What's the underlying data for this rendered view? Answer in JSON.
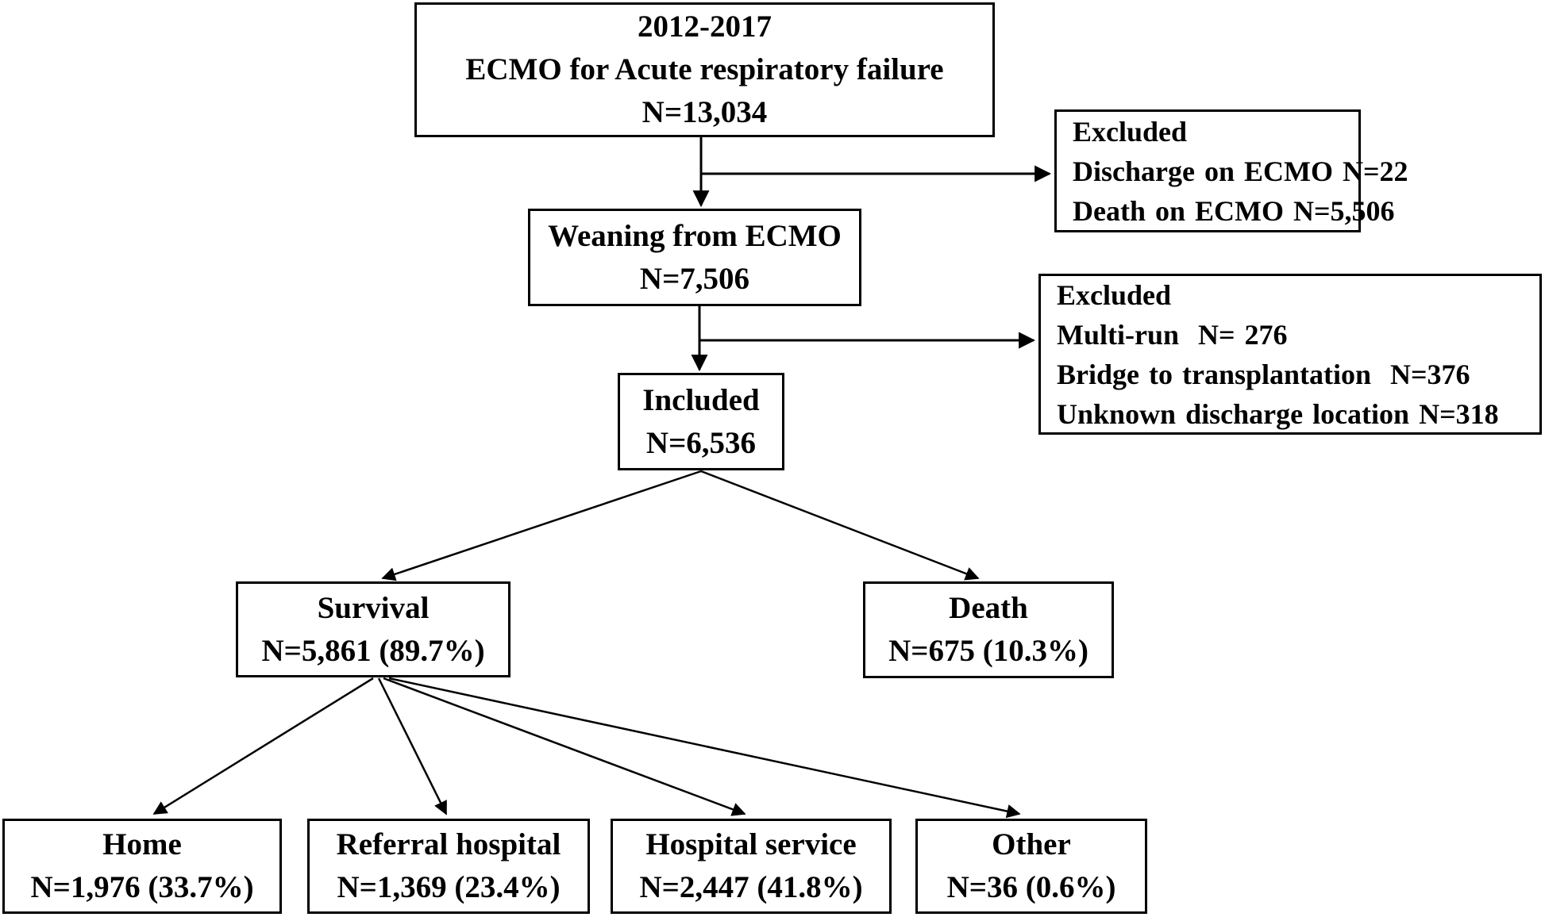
{
  "figure": {
    "type": "flow-diagram",
    "colors": {
      "foreground": "#000000",
      "background": "#ffffff"
    },
    "boxes": {
      "enrollment": {
        "lines": [
          "2012-2017",
          "ECMO for Acute respiratory failure",
          "N=13,034"
        ]
      },
      "excluded1": {
        "lines": [
          "Excluded",
          "Discharge on ECMO N=22",
          "Death on ECMO N=5,506"
        ]
      },
      "weaning": {
        "lines": [
          "Weaning from ECMO",
          "N=7,506"
        ]
      },
      "excluded2": {
        "lines": [
          "Excluded",
          "Multi-run  N= 276",
          "Bridge to transplantation  N=376",
          "Unknown discharge location N=318"
        ]
      },
      "included": {
        "lines": [
          "Included",
          "N=6,536"
        ]
      },
      "survival": {
        "lines": [
          "Survival",
          "N=5,861 (89.7%)"
        ]
      },
      "death": {
        "lines": [
          "Death",
          "N=675 (10.3%)"
        ]
      },
      "home": {
        "lines": [
          "Home",
          "N=1,976 (33.7%)"
        ]
      },
      "referral": {
        "lines": [
          "Referral hospital",
          "N=1,369 (23.4%)"
        ]
      },
      "hospital_service": {
        "lines": [
          "Hospital service",
          "N=2,447 (41.8%)"
        ]
      },
      "other": {
        "lines": [
          "Other",
          "N=36 (0.6%)"
        ]
      }
    }
  }
}
